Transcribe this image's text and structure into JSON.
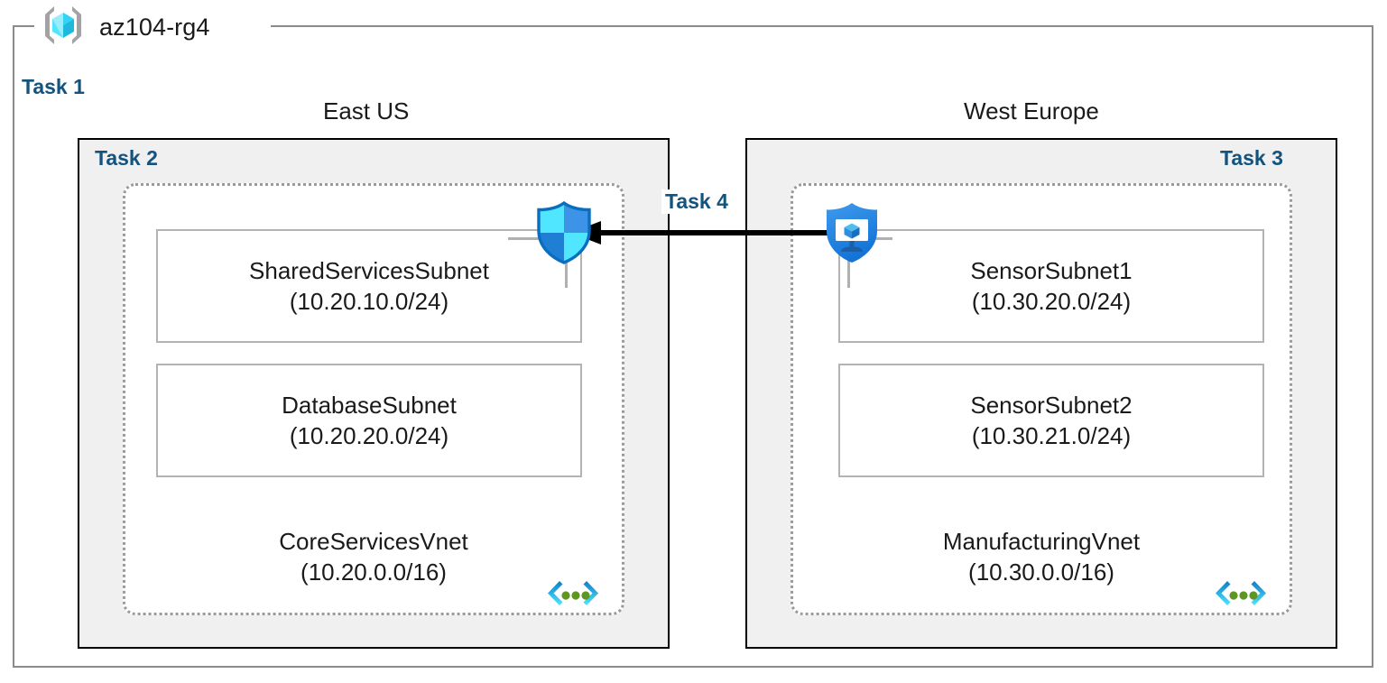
{
  "diagram": {
    "resource_group": {
      "name": "az104-rg4",
      "icon": "resource-group-icon"
    },
    "tasks": [
      {
        "id": "task1",
        "label": "Task 1"
      },
      {
        "id": "task2",
        "label": "Task 2"
      },
      {
        "id": "task3",
        "label": "Task 3"
      },
      {
        "id": "task4",
        "label": "Task 4"
      }
    ],
    "regions": [
      {
        "id": "east-us",
        "caption": "East US",
        "task_label": "Task 2",
        "vnet": {
          "name": "CoreServicesVnet",
          "cidr": "(10.20.0.0/16)",
          "icon": "vnet-icon",
          "subnets": [
            {
              "name": "SharedServicesSubnet",
              "cidr": "(10.20.10.0/24)"
            },
            {
              "name": "DatabaseSubnet",
              "cidr": "(10.20.20.0/24)"
            }
          ]
        }
      },
      {
        "id": "west-europe",
        "caption": "West Europe",
        "task_label": "Task 3",
        "vnet": {
          "name": "ManufacturingVnet",
          "cidr": "(10.30.0.0/16)",
          "icon": "vnet-icon",
          "subnets": [
            {
              "name": "SensorSubnet1",
              "cidr": "(10.30.20.0/24)"
            },
            {
              "name": "SensorSubnet2",
              "cidr": "(10.30.21.0/24)"
            }
          ]
        }
      }
    ],
    "services": [
      {
        "id": "firewall",
        "icon": "azure-firewall-shield-icon",
        "region": "east-us"
      },
      {
        "id": "bastion",
        "icon": "azure-bastion-shield-icon",
        "region": "west-europe"
      }
    ],
    "connection": {
      "label": "Task 4",
      "direction": "right-to-left",
      "icon": "peering-arrow-icon"
    },
    "colors": {
      "task_label": "#12537f",
      "region_fill": "#f0f0f0",
      "region_border": "#000000",
      "rg_border": "#8a8a8a",
      "vnet_border": "#9a9a9a",
      "subnet_border": "#b3b3b3",
      "arrow": "#000000",
      "icon_cyan": "#32d4f5",
      "icon_blue": "#0078d4",
      "icon_green": "#5e9624"
    }
  }
}
